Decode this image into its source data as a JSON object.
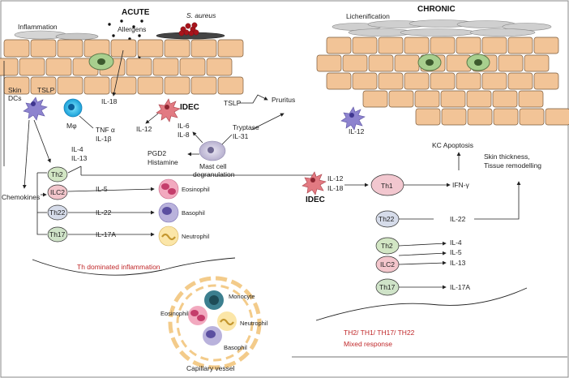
{
  "acute": {
    "title": "ACUTE",
    "inflammation": "Inflammation",
    "allergens": "Allergens",
    "s_aureus": "S. aureus",
    "il18": "IL-18",
    "skin_dcs": "Skin\nDCs",
    "tslp": "TSLP",
    "mphi": "Mφ",
    "tnfa": "TNF α",
    "il1b": "IL-1β",
    "idec": "IDEC",
    "il12": "IL-12",
    "il6": "IL-6",
    "il8": "IL-8",
    "tslp2": "TSLP",
    "pruritus": "Pruritus",
    "tryptase": "Tryptase",
    "il31": "IL-31",
    "pgd2": "PGD2",
    "histamine": "Histamine",
    "mast_cell": "Mast cell\ndegranulation",
    "chemokines": "Chemokines",
    "il4": "IL-4",
    "il13": "IL-13",
    "th2": "Th2",
    "ilc2": "ILC2",
    "th22": "Th22",
    "th17": "Th17",
    "il5": "IL-5",
    "il22": "IL-22",
    "il17a": "IL-17A",
    "eosinophil": "Eosinophil",
    "basophil": "Basophil",
    "neutrophil": "Neutrophil",
    "th_dominated": "Th dominated inflammation"
  },
  "vessel": {
    "monocyte": "Monocyte",
    "eosinophil": "Eosinophil",
    "neutrophil": "Neutrophil",
    "basophil": "Basophil",
    "capillary": "Capillary vessel"
  },
  "chronic": {
    "title": "CHRONIC",
    "lichenification": "Lichenification",
    "il12": "IL-12",
    "kc_apoptosis": "KC Apoptosis",
    "skin_thickness": "Skin thickness,\nTissue remodelling",
    "idec": "IDEC",
    "il12b": "IL-12",
    "il18": "IL-18",
    "th1": "Th1",
    "ifng": "IFN-γ",
    "th22": "Th22",
    "il22": "IL-22",
    "th2": "Th2",
    "ilc2": "ILC2",
    "il4": "IL-4",
    "il5": "IL-5",
    "il13": "IL-13",
    "th17": "Th17",
    "il17a": "IL-17A",
    "mixed_line1": "TH2/ TH1/ TH17/ TH22",
    "mixed_line2": "Mixed response"
  },
  "colors": {
    "brick": "#f2c497",
    "brick_stroke": "#7a5a3a",
    "red_text": "#c0282a",
    "keratinocyte": "#a8cf8e",
    "th2_cell": "#d2e6c4",
    "ilc2_cell": "#f3c6cc",
    "th22_cell": "#d6dcea",
    "th17_cell": "#cfe3c8"
  }
}
